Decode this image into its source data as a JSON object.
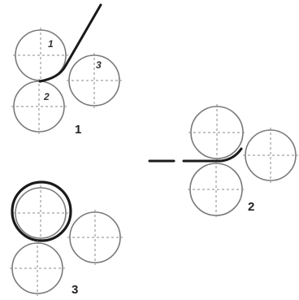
{
  "stages": [
    {
      "label": "1",
      "roller_labels": [
        "1",
        "2",
        "3"
      ]
    },
    {
      "label": "2",
      "roller_labels": []
    },
    {
      "label": "3",
      "roller_labels": []
    }
  ]
}
